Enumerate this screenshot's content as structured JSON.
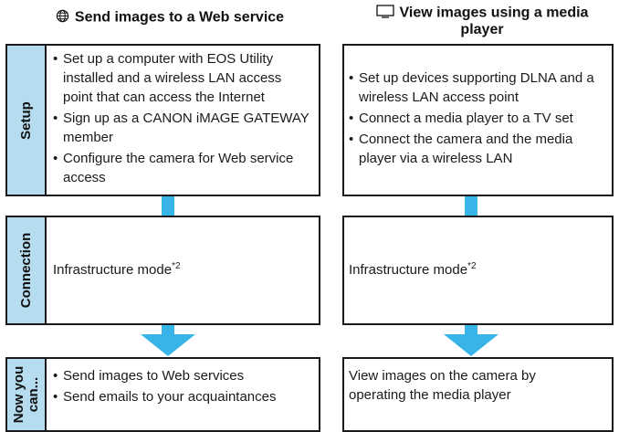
{
  "left_heading": {
    "icon": "globe-icon",
    "text": "Send images to a Web service"
  },
  "right_heading": {
    "icon": "tv-icon",
    "line1": "View images using a media",
    "line2": "player"
  },
  "rows": {
    "setup": {
      "label": "Setup"
    },
    "connection": {
      "label": "Connection"
    },
    "now": {
      "label_line1": "Now you",
      "label_line2": "can..."
    }
  },
  "left": {
    "setup_items": [
      "Set up a computer with EOS Utility installed and a wireless LAN access point that can access the Internet",
      "Sign up as a CANON iMAGE GATEWAY member",
      "Configure the camera for Web service access"
    ],
    "connection_text": "Infrastructure mode",
    "connection_sup": "*2",
    "now_items": [
      "Send images to Web services",
      "Send emails to your acquaintances"
    ]
  },
  "right": {
    "setup_items": [
      "Set up devices supporting DLNA and a wireless LAN access point",
      "Connect a media player to a TV set",
      "Connect the camera and the media player via a wireless LAN"
    ],
    "connection_text": "Infrastructure mode",
    "connection_sup": "*2",
    "now_text": "View images on the camera by operating the media player"
  },
  "colors": {
    "label_fill": "#b6dcef",
    "connector": "#38b4e8",
    "border": "#1a1a1a"
  }
}
